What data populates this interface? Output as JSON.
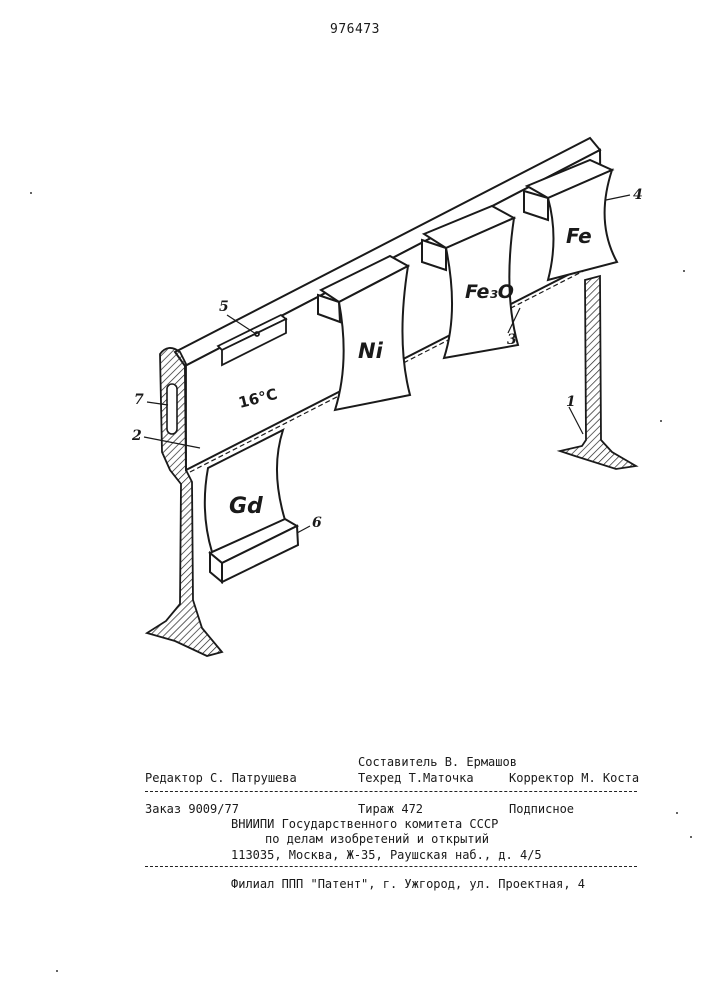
{
  "document": {
    "patent_number": "976473"
  },
  "figure": {
    "labels": {
      "main_part": "1",
      "bar": "2",
      "holder": "3",
      "plate_fe": "4",
      "indicator": "5",
      "block_gd": "6",
      "slot": "7"
    },
    "plates": {
      "gd": "Gd",
      "ni": "Ni",
      "fe3o": "Fe₃O",
      "fe": "Fe"
    },
    "temperature": "16°C"
  },
  "imprint": {
    "compiler": "Составитель В. Ермашов",
    "editor": "Редактор С. Патрушева",
    "tech_editor": "Техред Т.Маточка",
    "proofreader": "Корректор М. Коста",
    "order": "Заказ 9009/77",
    "circulation": "Тираж 472",
    "subscription": "Подписное",
    "institute_line1": "ВНИИПИ Государственного комитета СССР",
    "institute_line2": "по делам изобретений и открытий",
    "address": "113035, Москва, Ж-35, Раушская наб., д. 4/5",
    "branch": "Филиал ППП \"Патент\", г. Ужгород, ул. Проектная, 4"
  }
}
